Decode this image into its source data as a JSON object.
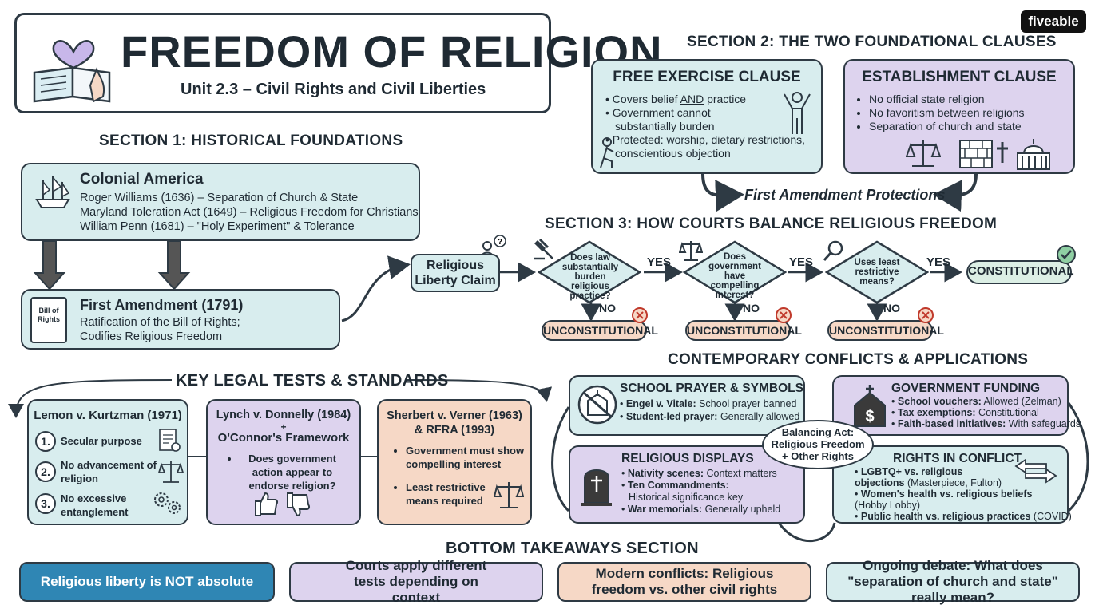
{
  "brand": "fiveable",
  "header": {
    "title": "FREEDOM OF RELIGION",
    "subtitle": "Unit 2.3 – Civil Rights and Civil Liberties"
  },
  "section1": {
    "title": "SECTION 1: HISTORICAL FOUNDATIONS",
    "colonial": {
      "title": "Colonial America",
      "lines": [
        "Roger Williams (1636) – Separation of Church & State",
        "Maryland Toleration Act (1649) – Religious Freedom for Christians",
        "William Penn (1681) – \"Holy Experiment\" & Tolerance"
      ]
    },
    "first_amendment": {
      "title": "First Amendment (1791)",
      "lines": [
        "Ratification of the Bill of Rights;",
        "Codifies Religious Freedom"
      ],
      "scroll_label": "Bill of Rights"
    }
  },
  "section2": {
    "title": "SECTION 2: THE TWO FOUNDATIONAL CLAUSES",
    "free_exercise": {
      "title": "FREE EXERCISE CLAUSE",
      "items": [
        {
          "pre": "Covers belief ",
          "u": "AND",
          "post": " practice"
        },
        {
          "pre": "Government cannot substantially burden",
          "u": "",
          "post": ""
        },
        {
          "pre": "Protected: worship, dietary restrictions, conscientious objection",
          "u": "",
          "post": ""
        }
      ]
    },
    "establishment": {
      "title": "ESTABLISHMENT CLAUSE",
      "items": [
        "No official state religion",
        "No favoritism between religions",
        "Separation of church and state"
      ]
    },
    "protections_label": "First Amendment Protections"
  },
  "section3": {
    "title": "SECTION 3: HOW COURTS BALANCE RELIGIOUS FREEDOM",
    "claim": "Religious Liberty Claim",
    "questions": [
      "Does law substantially burden religious practice?",
      "Does government have compelling interest?",
      "Uses least restrictive means?"
    ],
    "yes": "YES",
    "no": "NO",
    "unconstitutional": "UNCONSTITUTIONAL",
    "constitutional": "CONSTITUTIONAL"
  },
  "tests": {
    "title": "KEY LEGAL TESTS & STANDARDS",
    "lemon": {
      "title": "Lemon v. Kurtzman (1971)",
      "items": [
        {
          "n": "1.",
          "text": "Secular purpose"
        },
        {
          "n": "2.",
          "text": "No advancement of religion"
        },
        {
          "n": "3.",
          "text": "No excessive entanglement"
        }
      ]
    },
    "lynch": {
      "title": "Lynch v. Donnelly (1984)",
      "plus": "+",
      "framework": "O'Connor's Framework",
      "items": [
        "Does government action appear to endorse religion?"
      ]
    },
    "sherbert": {
      "title": "Sherbert v. Verner (1963) & RFRA (1993)",
      "items": [
        "Government must show compelling interest",
        "Least restrictive means required"
      ]
    }
  },
  "conflicts": {
    "title": "CONTEMPORARY CONFLICTS & APPLICATIONS",
    "balancing": "Balancing Act: Religious Freedom + Other Rights",
    "school": {
      "title": "SCHOOL PRAYER & SYMBOLS",
      "items": [
        {
          "b": "Engel v. Vitale:",
          "t": " School prayer banned"
        },
        {
          "b": "Student-led prayer:",
          "t": " Generally allowed"
        }
      ]
    },
    "funding": {
      "title": "GOVERNMENT FUNDING",
      "items": [
        {
          "b": "School vouchers:",
          "t": " Allowed (Zelman)"
        },
        {
          "b": "Tax exemptions:",
          "t": " Constitutional"
        },
        {
          "b": "Faith-based initiatives:",
          "t": " With safeguards"
        }
      ]
    },
    "displays": {
      "title": "RELIGIOUS DISPLAYS",
      "items": [
        {
          "b": "Nativity scenes:",
          "t": " Context matters"
        },
        {
          "b": "Ten Commandments:",
          "t": " Historical significance key"
        },
        {
          "b": "War memorials:",
          "t": " Generally upheld"
        }
      ]
    },
    "rights": {
      "title": "RIGHTS IN CONFLICT",
      "items": [
        {
          "b": "LGBTQ+ vs. religious objections",
          "t": " (Masterpiece, Fulton)"
        },
        {
          "b": "Women's health vs. religious beliefs",
          "t": " (Hobby Lobby)"
        },
        {
          "b": "Public health vs. religious practices",
          "t": " (COVID)"
        }
      ]
    }
  },
  "takeaways": {
    "title": "BOTTOM TAKEAWAYS SECTION",
    "items": [
      "Religious liberty is NOT absolute",
      "Courts apply different tests depending on context",
      "Modern conflicts: Religious freedom vs. other civil rights",
      "Ongoing debate: What does \"separation of church and state\" really mean?"
    ]
  },
  "colors": {
    "teal": "#d8edee",
    "purple": "#ddd3ee",
    "peach": "#f6d8c6",
    "mint": "#dcefe5",
    "blue": "#2f86b4"
  }
}
